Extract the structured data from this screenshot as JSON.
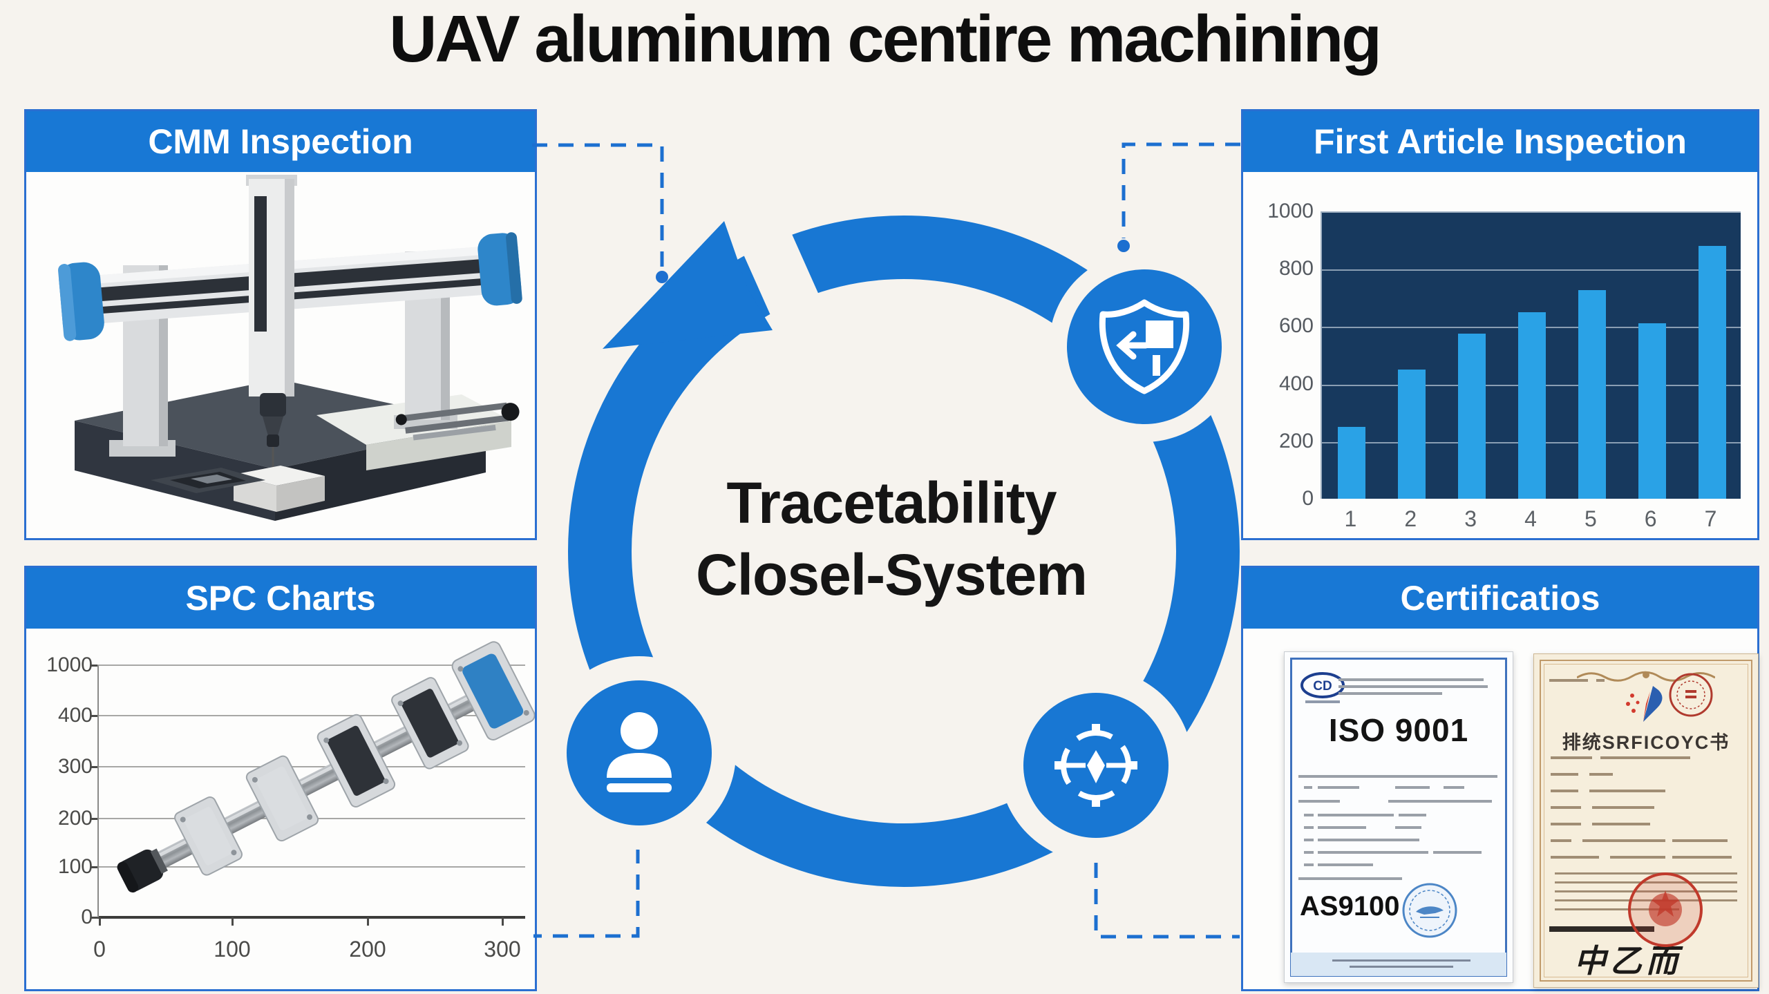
{
  "page": {
    "title": "UAV aluminum centire machining",
    "background": "#f6f3ee",
    "accent_blue": "#1878d5"
  },
  "panels": {
    "cmm": {
      "title": "CMM Inspection",
      "illustration": "cmm-coordinate-measuring-machine-3d"
    },
    "first_article": {
      "title": "First Article Inspection"
    },
    "spc": {
      "title": "SPC Charts",
      "illustration": "shaft-with-bearing-blocks-3d"
    },
    "certifications": {
      "title": "Certificatios"
    }
  },
  "center": {
    "line1": "Tracetability",
    "line2": "Closel-System",
    "ring_color": "#1877d3",
    "icons": [
      {
        "name": "shield-check-icon"
      },
      {
        "name": "person-icon"
      },
      {
        "name": "target-crosshair-icon"
      }
    ]
  },
  "chart_data": [
    {
      "name": "first-article-inspection-chart",
      "type": "bar",
      "categories": [
        "1",
        "2",
        "3",
        "4",
        "5",
        "6",
        "7"
      ],
      "values": [
        250,
        450,
        575,
        650,
        725,
        610,
        880
      ],
      "title": "",
      "xlabel": "",
      "ylabel": "",
      "ylim": [
        0,
        1000
      ],
      "yticks": [
        1000,
        800,
        600,
        400,
        200,
        0
      ],
      "grid": true,
      "legend_position": "none",
      "plot_background": "#17395e",
      "bar_color": "#2aa2e6"
    },
    {
      "name": "spc-chart-frame",
      "type": "line",
      "series": [],
      "ytick_labels": [
        "1000",
        "400",
        "300",
        "200",
        "100",
        "0"
      ],
      "xtick_labels": [
        "0",
        "100",
        "200",
        "300"
      ],
      "grid": true,
      "plot_background": "#ffffff"
    }
  ],
  "certificates": {
    "iso": {
      "logo_text": "CD",
      "heading": "ISO 9001",
      "subheading": "AS9100",
      "seal": "blue-circular-seal"
    },
    "chinese": {
      "title": "排统SRFICOYC书",
      "signature": "中乙而",
      "stamp": "red-ring-stamp",
      "seal": "red-round-seal"
    }
  }
}
